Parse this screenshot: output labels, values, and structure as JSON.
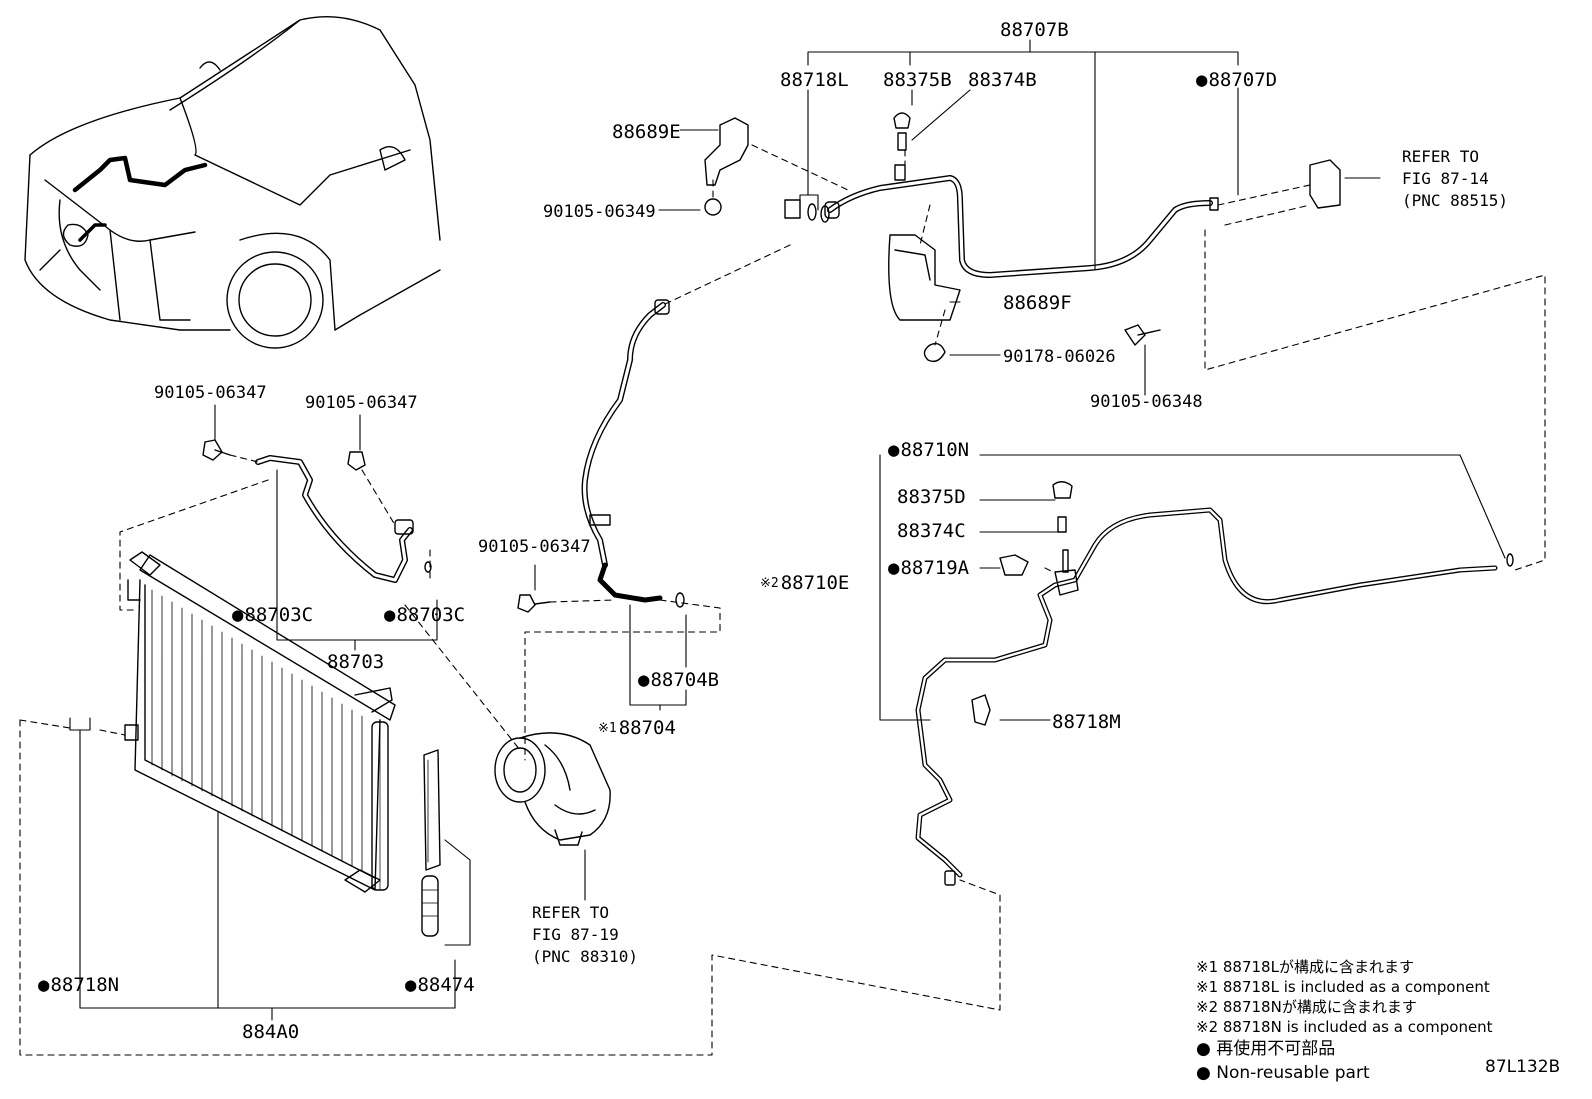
{
  "diagram_id": "87L132B",
  "parts": {
    "p88707B": "88707B",
    "p88718L": "88718L",
    "p88375B": "88375B",
    "p88374B": "88374B",
    "p88707D": "88707D",
    "p88689E": "88689E",
    "p90105_06349": "90105-06349",
    "p88689F": "88689F",
    "p90178_06026": "90178-06026",
    "p90105_06348": "90105-06348",
    "p90105_06347_a": "90105-06347",
    "p90105_06347_b": "90105-06347",
    "p90105_06347_c": "90105-06347",
    "p88703C_a": "88703C",
    "p88703C_b": "88703C",
    "p88703": "88703",
    "p88704B": "88704B",
    "p88704": "88704",
    "p88710N": "88710N",
    "p88375D": "88375D",
    "p88374C": "88374C",
    "p88719A": "88719A",
    "p88710E": "88710E",
    "p88718M": "88718M",
    "p88718N": "88718N",
    "p88474": "88474",
    "p884A0": "884A0"
  },
  "marks": {
    "m1": "※1",
    "m2": "※2"
  },
  "refs": {
    "fig87_14": {
      "l1": "REFER TO",
      "l2": "FIG 87-14",
      "l3": "(PNC 88515)"
    },
    "fig87_19": {
      "l1": "REFER TO",
      "l2": "FIG 87-19",
      "l3": "(PNC 88310)"
    }
  },
  "notes": {
    "n1_jp": "※1 88718Lが構成に含まれます",
    "n1_en": "※1 88718L is included as a component",
    "n2_jp": "※2 88718Nが構成に含まれます",
    "n2_en": "※2 88718N is included as a component",
    "n3_jp": "● 再使用不可部品",
    "n3_en": "● Non-reusable part"
  }
}
